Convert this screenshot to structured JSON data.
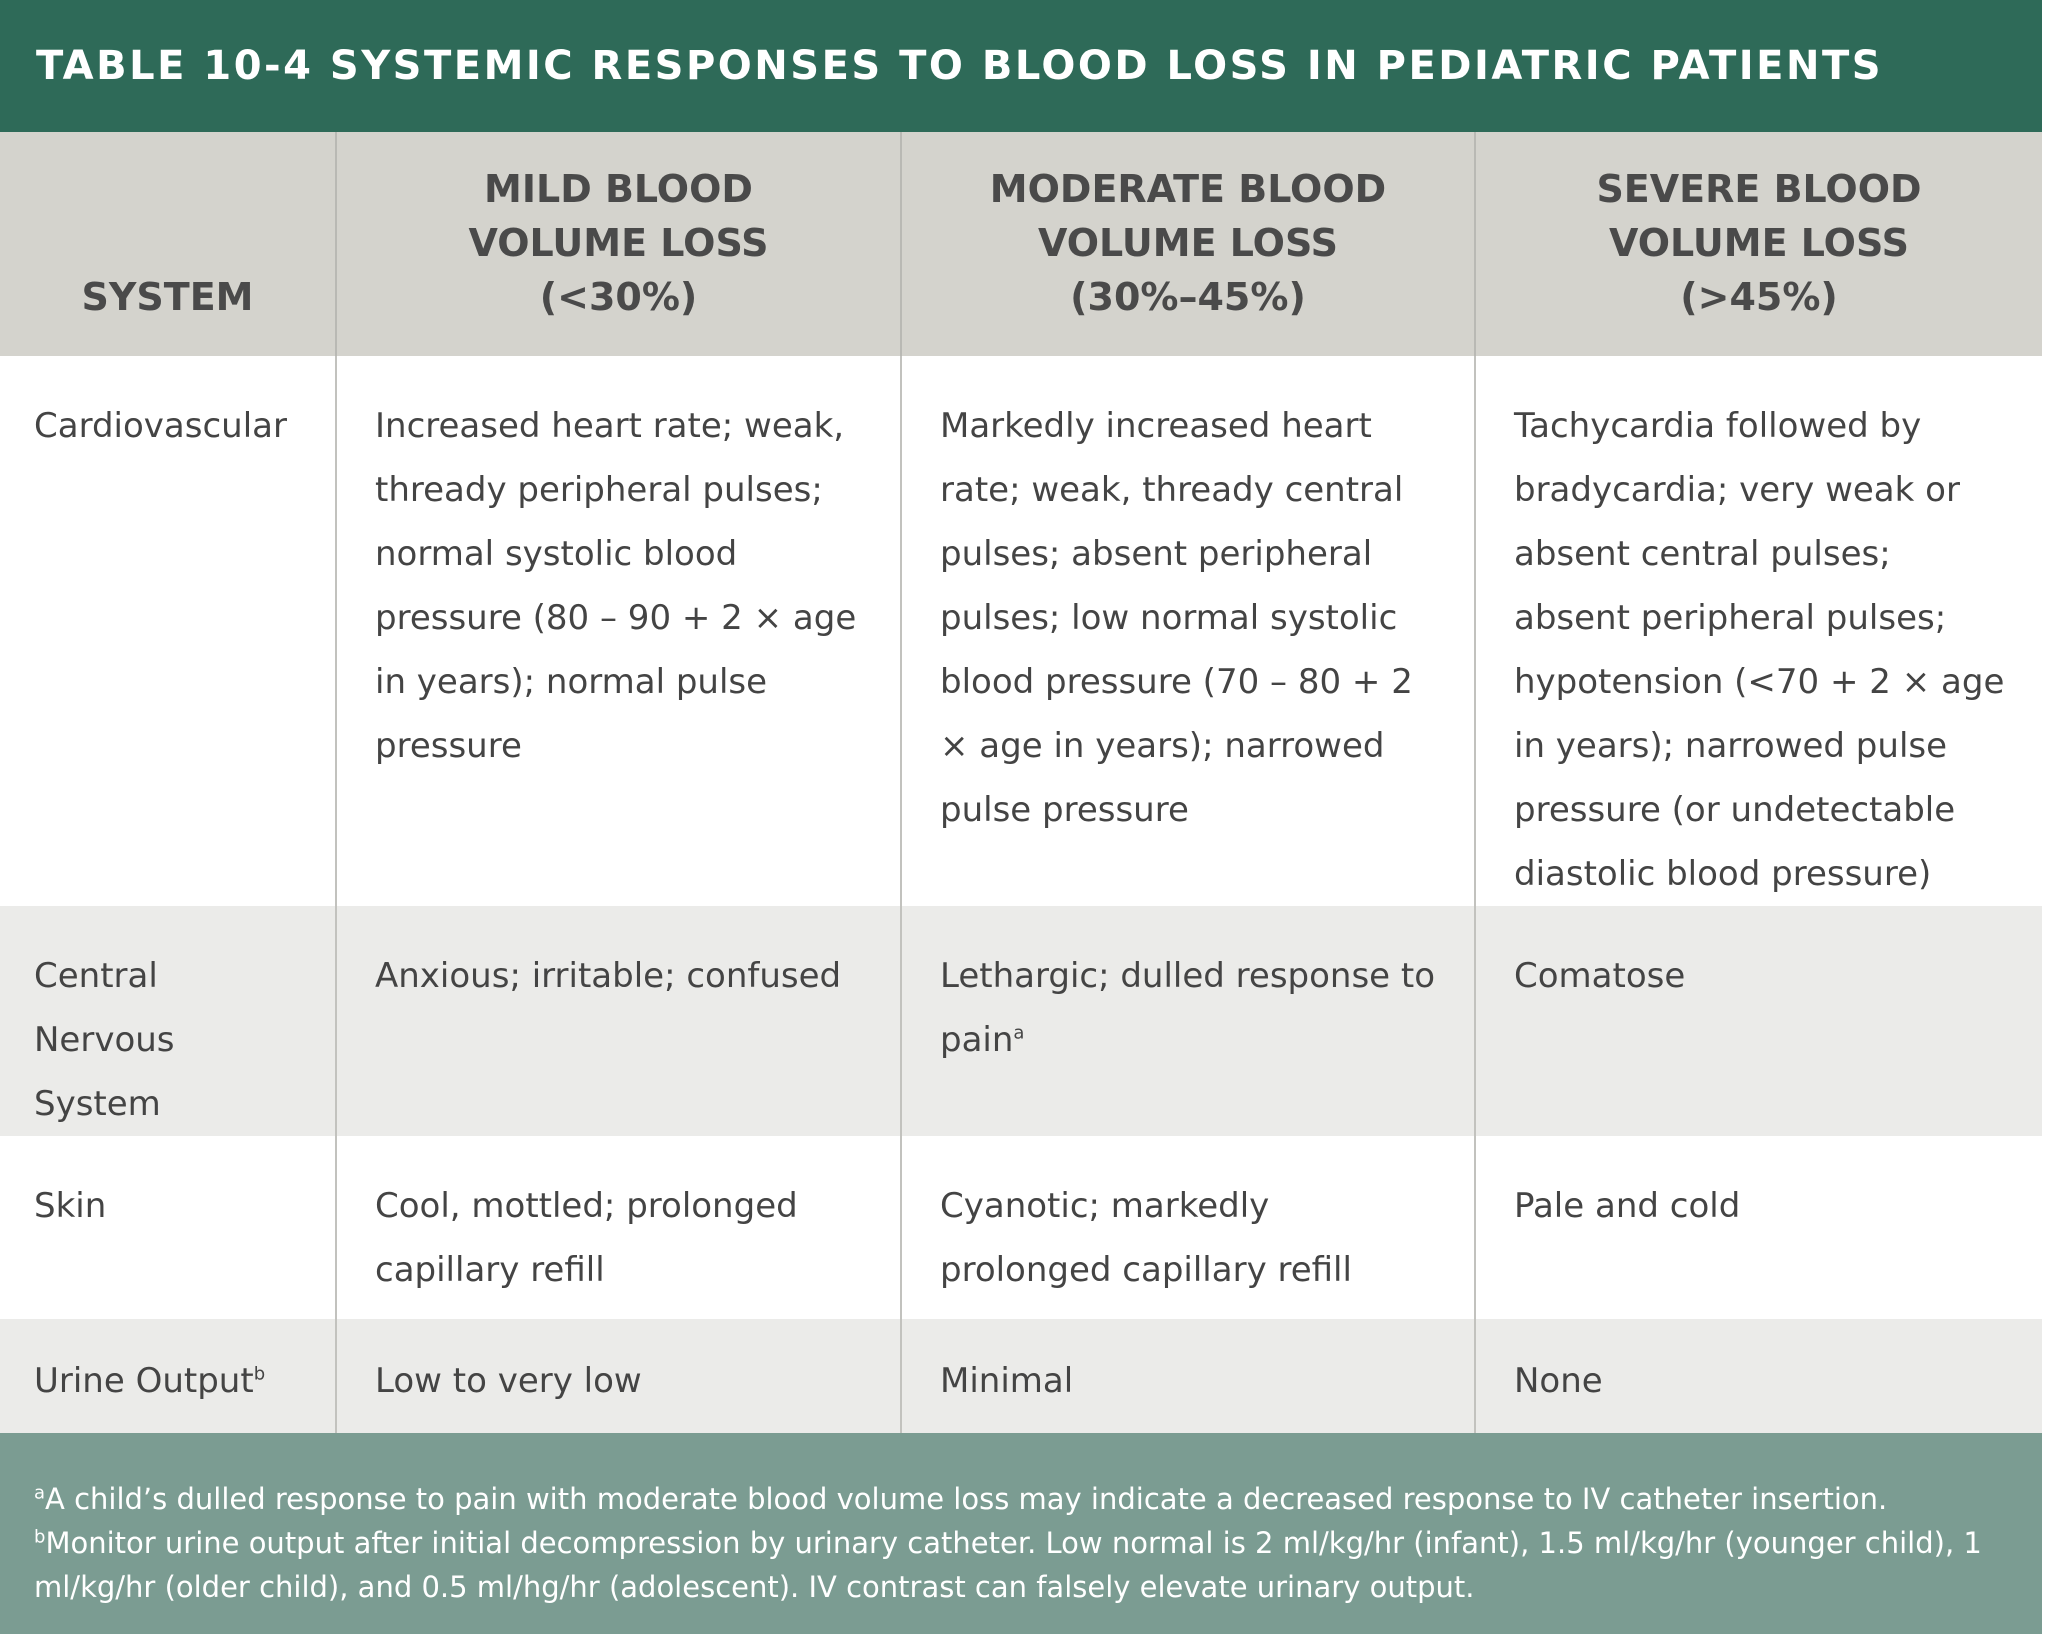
{
  "title": "TABLE 10-4 SYSTEMIC RESPONSES TO BLOOD LOSS IN PEDIATRIC PATIENTS",
  "columns": {
    "system": "SYSTEM",
    "mild": {
      "line1": "MILD BLOOD",
      "line2": "VOLUME LOSS",
      "line3": "(<30%)"
    },
    "moderate": {
      "line1": "MODERATE BLOOD",
      "line2": "VOLUME LOSS",
      "line3": "(30%–45%)"
    },
    "severe": {
      "line1": "SEVERE BLOOD",
      "line2": "VOLUME LOSS",
      "line3": "(>45%)"
    }
  },
  "rows": {
    "cardiovascular": {
      "system": "Cardiovascular",
      "mild": "Increased heart rate; weak, thready peripheral pulses; normal systolic blood pressure (80 – 90 + 2 × age in years); normal pulse pressure",
      "moderate": "Markedly increased heart rate; weak, thready central pulses; absent peripheral pulses; low normal systolic blood pressure (70 – 80 + 2 × age in years); narrowed pulse pressure",
      "severe": "Tachycardia followed by bradycardia; very weak or absent central pulses; absent peripheral pulses; hypotension (<70 + 2 × age in years); narrowed pulse pressure (or undetectable diastolic blood pressure)"
    },
    "cns": {
      "system": "Central Nervous System",
      "mild": "Anxious; irritable; confused",
      "moderate": "Lethargic; dulled response to pain",
      "moderate_mark": "a",
      "severe": "Comatose"
    },
    "skin": {
      "system": "Skin",
      "mild": "Cool, mottled; prolonged capillary refill",
      "moderate": "Cyanotic; markedly prolonged capillary refill",
      "severe": "Pale and cold"
    },
    "urine": {
      "system": "Urine Output",
      "system_mark": "b",
      "mild": "Low to very low",
      "moderate": "Minimal",
      "severe": "None"
    }
  },
  "footnotes": {
    "a_mark": "a",
    "a_text": "A child’s dulled response to pain with moderate blood volume loss may indicate a decreased response to IV catheter insertion.",
    "b_mark": "b",
    "b_text": "Monitor urine output after initial decompression by urinary catheter. Low normal is 2 ml/kg/hr (infant), 1.5 ml/kg/hr (younger child), 1 ml/kg/hr (older child), and 0.5 ml/hg/hr (adolescent). IV contrast can falsely elevate urinary output."
  },
  "colors": {
    "title_bar": "#2e6a58",
    "header_row": "#d4d3cd",
    "grey_row": "#ebebe9",
    "footnote_box": "#7b9c92"
  }
}
